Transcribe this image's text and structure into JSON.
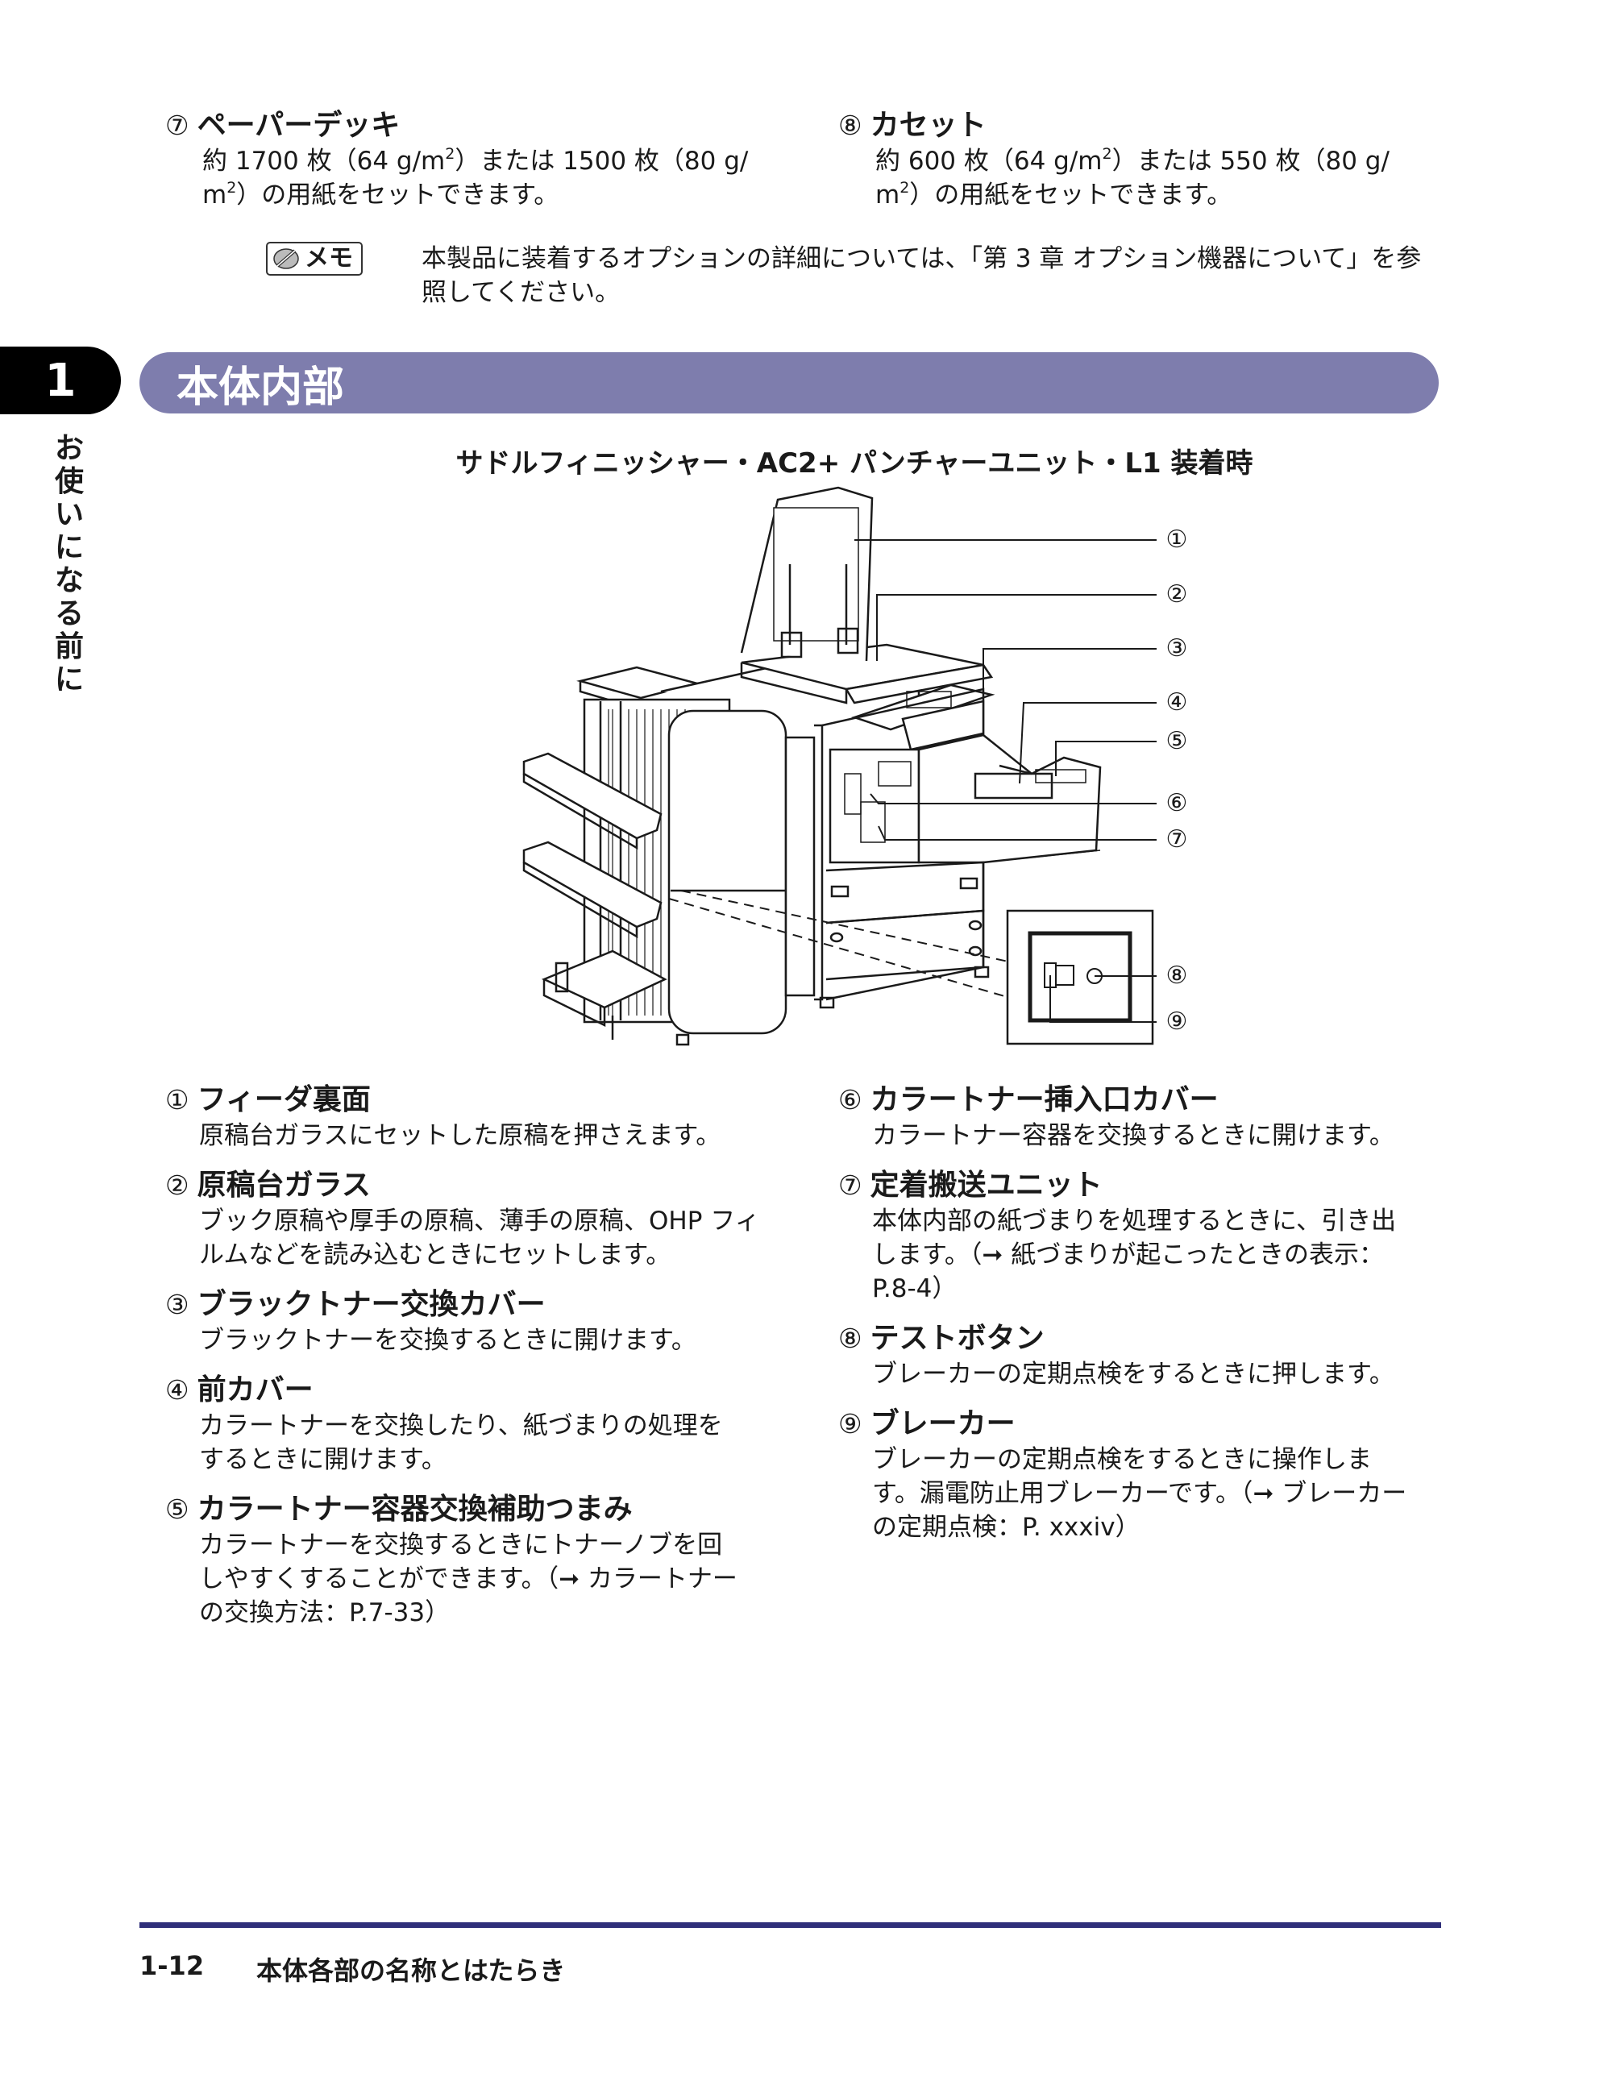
{
  "options": [
    {
      "num": "⑦",
      "title": "ペーパーデッキ",
      "lines": [
        "約 1700 枚（64 g/m<sup>2</sup>）または 1500 枚（80 g/",
        "m<sup>2</sup>）の用紙をセットできます。"
      ]
    },
    {
      "num": "⑧",
      "title": "カセット",
      "lines": [
        "約 600 枚（64 g/m<sup>2</sup>）または 550 枚（80 g/",
        "m<sup>2</sup>）の用紙をセットできます。"
      ]
    }
  ],
  "memo": {
    "label": "メモ",
    "lines": [
      "本製品に装着するオプションの詳細については、「第 3 章 オプション機器について」を参",
      "照してください。"
    ]
  },
  "chapter": {
    "number": "1",
    "side_label": "お使いになる前に"
  },
  "section_title": "本体内部",
  "figure_caption": "サドルフィニッシャー・AC2+ パンチャーユニット・L1 装着時",
  "callouts": [
    "①",
    "②",
    "③",
    "④",
    "⑤",
    "⑥",
    "⑦",
    "⑧",
    "⑨"
  ],
  "parts_left": [
    {
      "num": "①",
      "title": "フィーダ裏面",
      "lines": [
        "原稿台ガラスにセットした原稿を押さえます。"
      ]
    },
    {
      "num": "②",
      "title": "原稿台ガラス",
      "lines": [
        "ブック原稿や厚手の原稿、薄手の原稿、OHP フィ",
        "ルムなどを読み込むときにセットします。"
      ]
    },
    {
      "num": "③",
      "title": "ブラックトナー交換カバー",
      "lines": [
        "ブラックトナーを交換するときに開けます。"
      ]
    },
    {
      "num": "④",
      "title": "前カバー",
      "lines": [
        "カラートナーを交換したり、紙づまりの処理を",
        "するときに開けます。"
      ]
    },
    {
      "num": "⑤",
      "title": "カラートナー容器交換補助つまみ",
      "lines": [
        "カラートナーを交換するときにトナーノブを回",
        "しやすくすることができます。（➞ カラートナー",
        "の交換方法：P.7-33）"
      ]
    }
  ],
  "parts_right": [
    {
      "num": "⑥",
      "title": "カラートナー挿入口カバー",
      "lines": [
        "カラートナー容器を交換するときに開けます。"
      ]
    },
    {
      "num": "⑦",
      "title": "定着搬送ユニット",
      "lines": [
        "本体内部の紙づまりを処理するときに、引き出",
        "します。（➞ 紙づまりが起こったときの表示：",
        "P.8-4）"
      ]
    },
    {
      "num": "⑧",
      "title": "テストボタン",
      "lines": [
        "ブレーカーの定期点検をするときに押します。"
      ]
    },
    {
      "num": "⑨",
      "title": "ブレーカー",
      "lines": [
        "ブレーカーの定期点検をするときに操作しま",
        "す。漏電防止用ブレーカーです。（➞ ブレーカー",
        "の定期点検：P. xxxiv）"
      ]
    }
  ],
  "footer": {
    "page": "1-12",
    "title": "本体各部の名称とはたらき"
  }
}
